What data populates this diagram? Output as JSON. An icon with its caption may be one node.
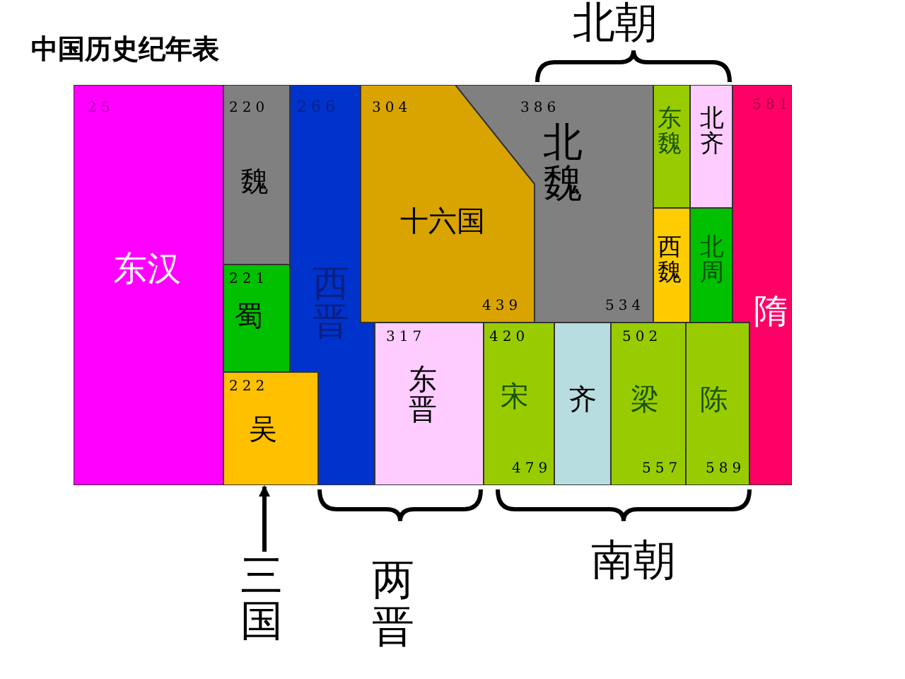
{
  "diagram": {
    "title": "中国历史纪年表",
    "nodes": [
      {
        "text": [
          "25",
          "东汉"
        ]
      },
      {
        "text": [
          "220",
          "魏"
        ]
      },
      {
        "text": [
          "221",
          "蜀"
        ]
      },
      {
        "text": [
          "222",
          "吴"
        ]
      },
      {
        "text": [
          "266",
          "西晋"
        ]
      },
      {
        "text": [
          "304",
          "十六国",
          "439"
        ]
      },
      {
        "text": [
          "386",
          "北魏",
          "534"
        ]
      },
      {
        "text": [
          "东魏"
        ]
      },
      {
        "text": [
          "北齐"
        ]
      },
      {
        "text": [
          "西魏"
        ]
      },
      {
        "text": [
          "北周"
        ]
      },
      {
        "text": [
          "581",
          "隋"
        ]
      },
      {
        "text": [
          "317",
          "东晋"
        ]
      },
      {
        "text": [
          "420",
          "宋",
          "479"
        ]
      },
      {
        "text": [
          "齐"
        ]
      },
      {
        "text": [
          "502",
          "梁",
          "557"
        ]
      },
      {
        "text": [
          "陈",
          "589"
        ]
      },
      {
        "text": [
          "三国"
        ]
      }
    ],
    "edges": [
      {
        "from": 17,
        "to": 3,
        "arrow": "to"
      }
    ],
    "labels": [
      "北朝",
      "两晋",
      "南朝"
    ]
  }
}
